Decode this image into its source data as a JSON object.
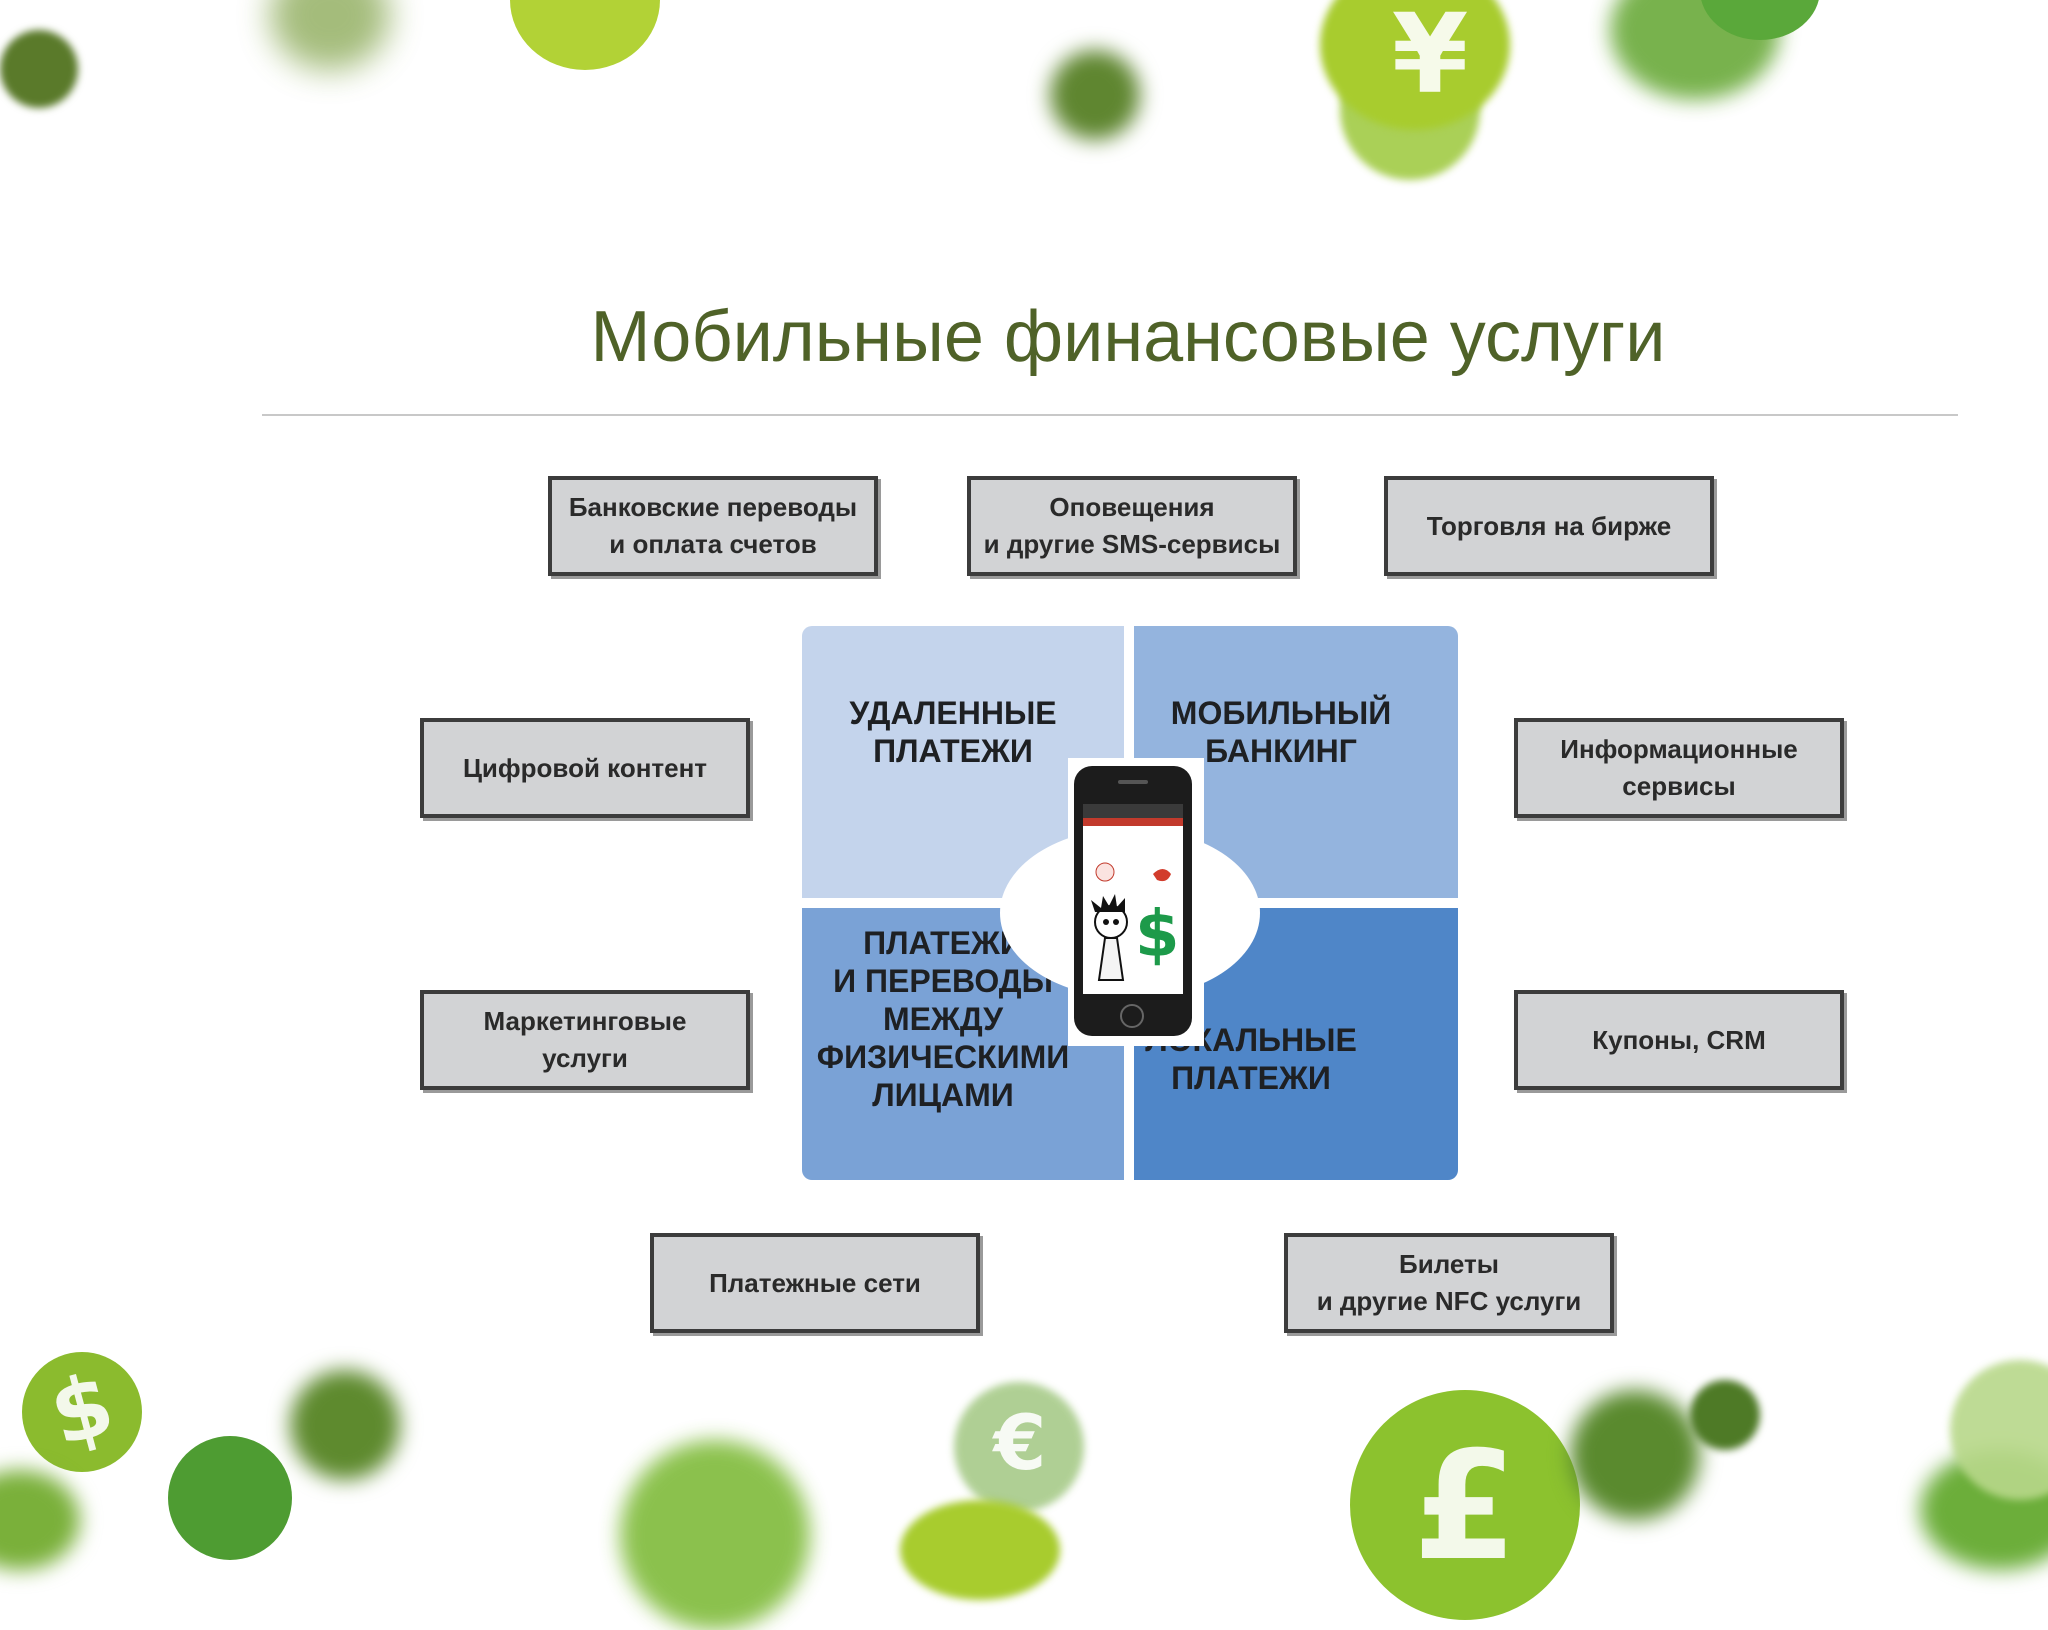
{
  "slide": {
    "title": "Мобильные финансовые услуги"
  },
  "diagram": {
    "center": {
      "quadrants": [
        "УДАЛЕННЫЕ\nПЛАТЕЖИ",
        "МОБИЛЬНЫЙ\nБАНКИНГ",
        "ПЛАТЕЖИ\nИ ПЕРЕВОДЫ\nМЕЖДУ\nФИЗИЧЕСКИМИ\nЛИЦАМИ",
        "ЛОКАЛЬНЫЕ\nПЛАТЕЖИ"
      ],
      "phone_symbol": "$"
    },
    "services": {
      "top_left": "Банковские переводы\nи оплата счетов",
      "top_center": "Оповещения\nи другие SMS-сервисы",
      "top_right": "Торговля на бирже",
      "mid_left": "Цифровой контент",
      "mid_right": "Информационные\nсервисы",
      "low_left": "Маркетинговые\nуслуги",
      "low_right": "Купоны, CRM",
      "bottom_left": "Платежные сети",
      "bottom_right": "Билеты\nи другие NFC услуги"
    }
  },
  "decor": {
    "glyphs": {
      "yen": "¥",
      "dollar": "$",
      "euro": "€",
      "pound": "£"
    },
    "colors": {
      "lime": "#a8c838",
      "green": "#6aaa3a",
      "dark_green": "#4e6e22",
      "title": "#4f6228"
    }
  }
}
